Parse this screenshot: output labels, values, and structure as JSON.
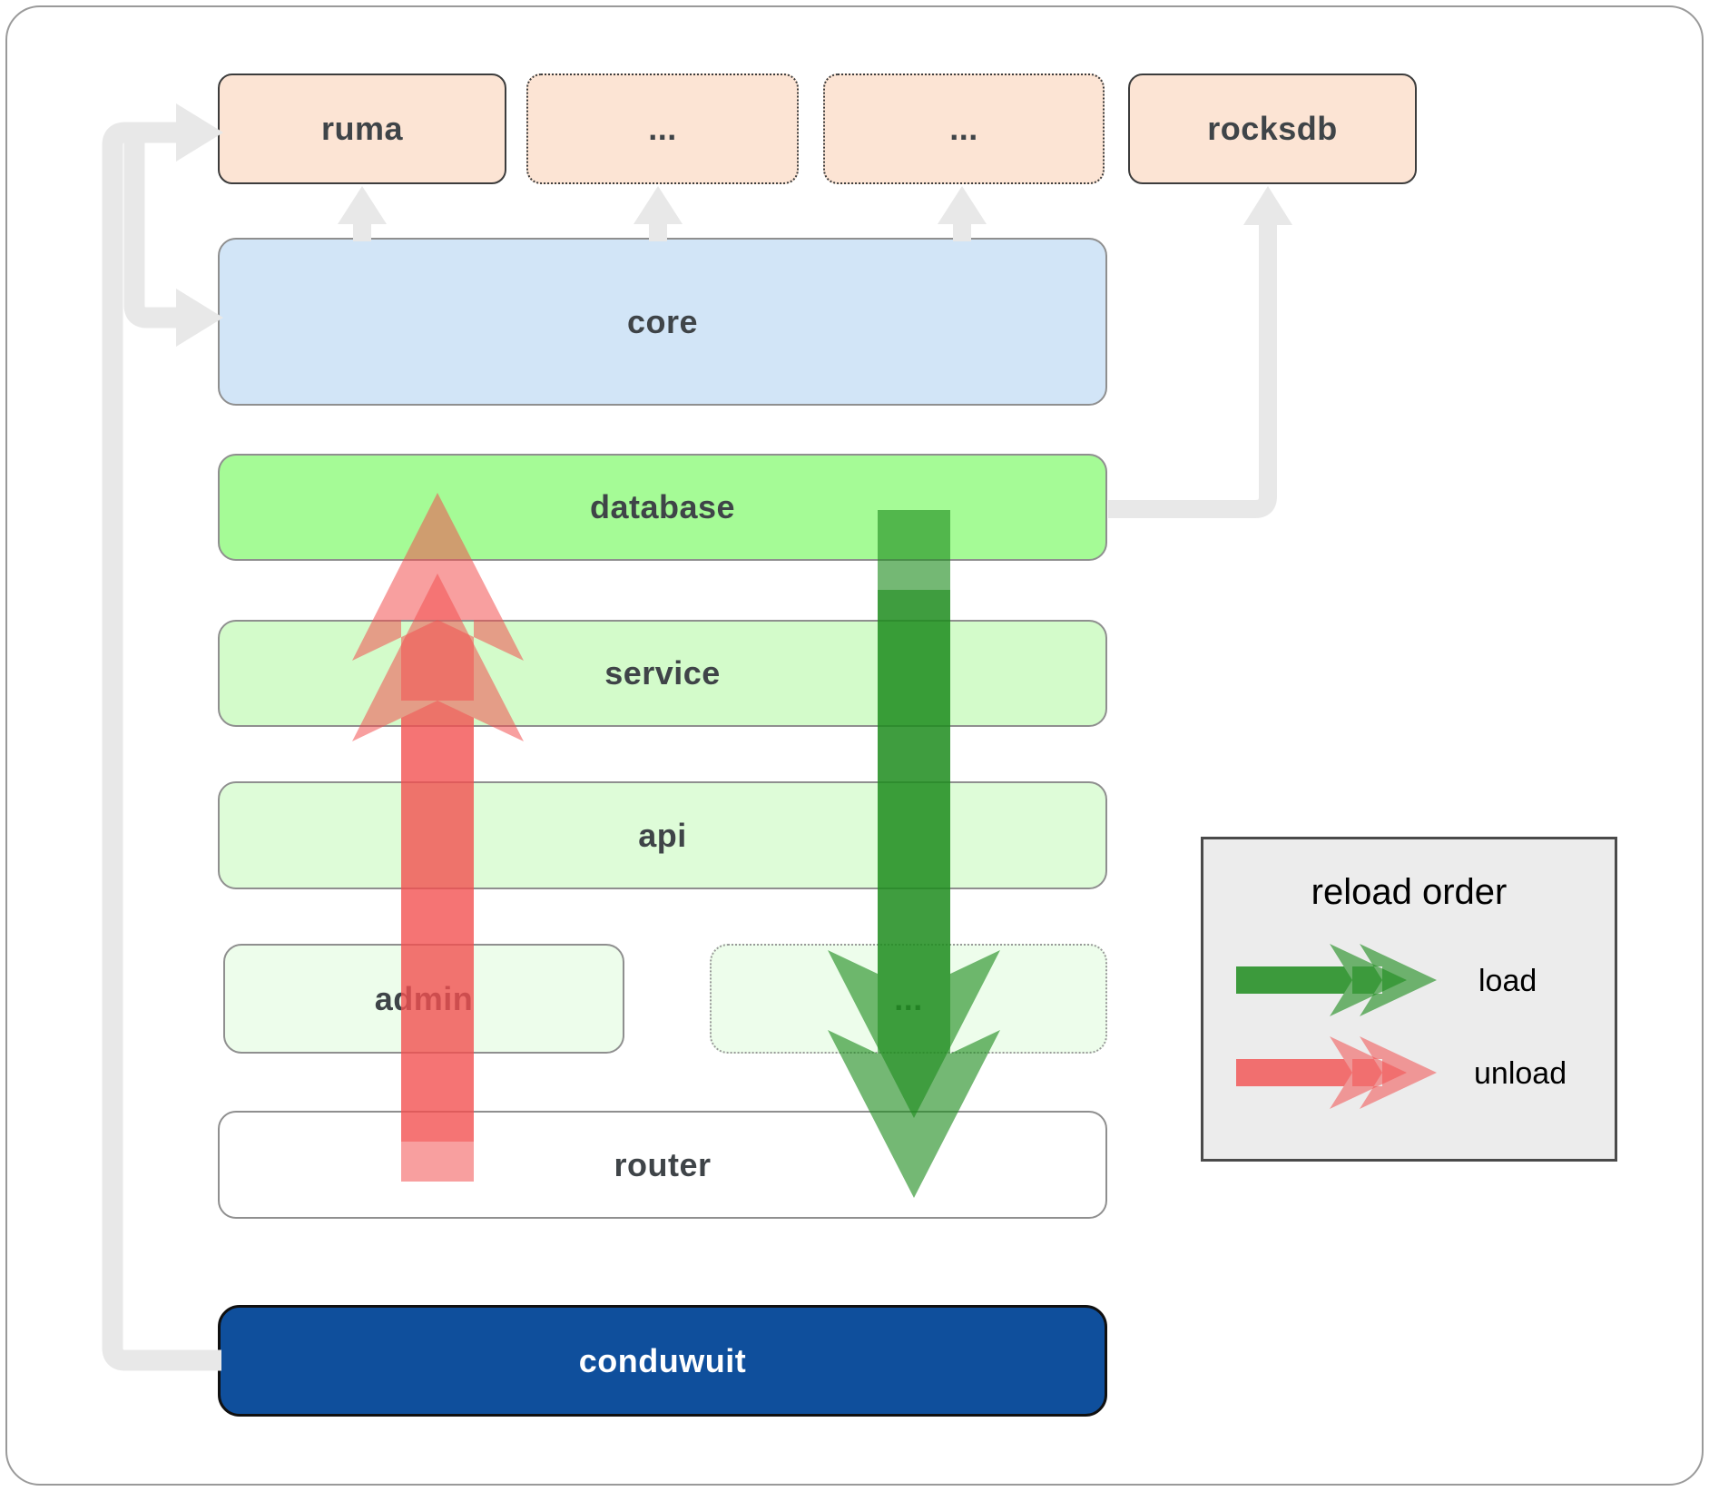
{
  "colors": {
    "node_peach": "#fce4d4",
    "core_blue": "#d2e5f7",
    "database_green": "#a5fb96",
    "service_green": "#d3fbca",
    "api_green": "#defcd8",
    "admin_green": "#edfdeb",
    "router_white": "#ffffff",
    "conduwuit_blue": "#0f4f9c",
    "load_green": "#1e8c1e",
    "unload_red": "#f25151",
    "connector_gray": "#e8e8e8",
    "legend_bg": "#ececec"
  },
  "nodes": {
    "ruma": "ruma",
    "ellipsis1": "...",
    "ellipsis2": "...",
    "rocksdb": "rocksdb",
    "core": "core",
    "database": "database",
    "service": "service",
    "api": "api",
    "admin": "admin",
    "admin_more": "...",
    "router": "router",
    "conduwuit": "conduwuit"
  },
  "legend": {
    "title": "reload order",
    "load_label": "load",
    "unload_label": "unload"
  }
}
